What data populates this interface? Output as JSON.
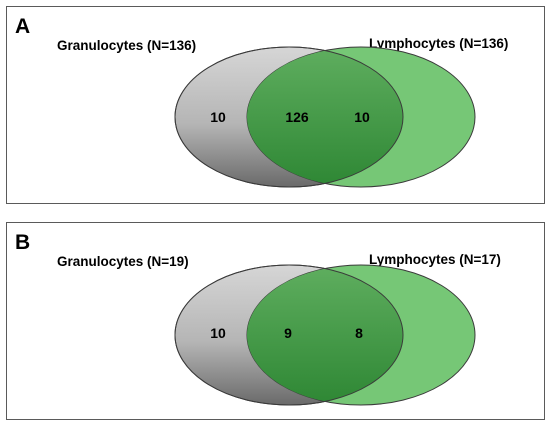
{
  "panels": [
    {
      "letter": "A",
      "left_label": "Granulocytes (N=136)",
      "right_label": "Lymphocytes (N=136)",
      "left_only": "10",
      "overlap": "126",
      "right_only": "10"
    },
    {
      "letter": "B",
      "left_label": "Granulocytes (N=19)",
      "right_label": "Lymphocytes (N=17)",
      "left_only": "10",
      "overlap": "9",
      "right_only": "8"
    }
  ],
  "colors": {
    "left_top": "#d4d4d4",
    "left_bottom": "#6a6a6a",
    "right_fill": "#73c573",
    "overlap_top": "#5aa85a",
    "overlap_bottom": "#2f8a35",
    "outline": "#3a3a3a"
  }
}
